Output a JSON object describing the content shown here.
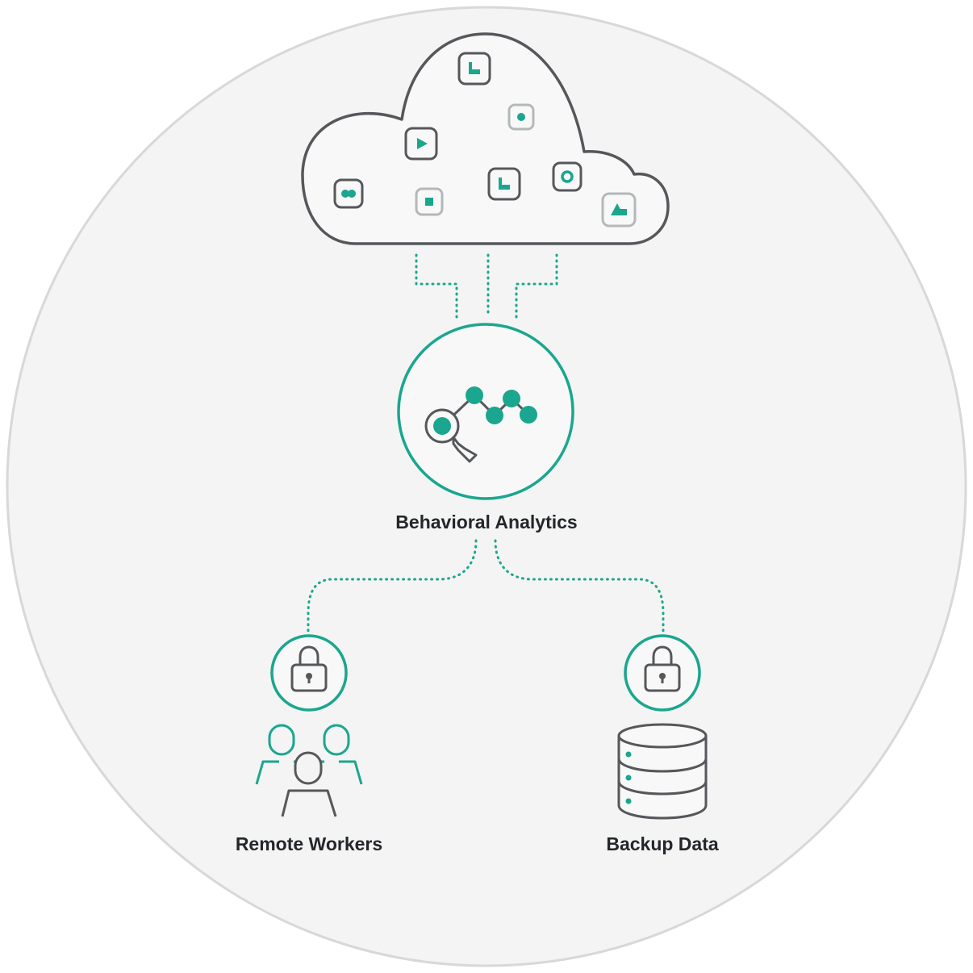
{
  "colors": {
    "teal": "#1aa68f",
    "dark_stroke": "#55575b",
    "light_stroke": "#b5b8b9",
    "background_circle": "#f3f4f3",
    "background_circle_border": "#d6d9d8"
  },
  "nodes": {
    "cloud": {
      "icon": "cloud-icon"
    },
    "analytics": {
      "label": "Behavioral Analytics",
      "icon": "behavioral-analytics-icon"
    },
    "remote_workers": {
      "label": "Remote Workers",
      "icon": "users-group-icon",
      "badge_icon": "lock-icon"
    },
    "backup_data": {
      "label": "Backup Data",
      "icon": "database-icon",
      "badge_icon": "lock-icon"
    }
  }
}
